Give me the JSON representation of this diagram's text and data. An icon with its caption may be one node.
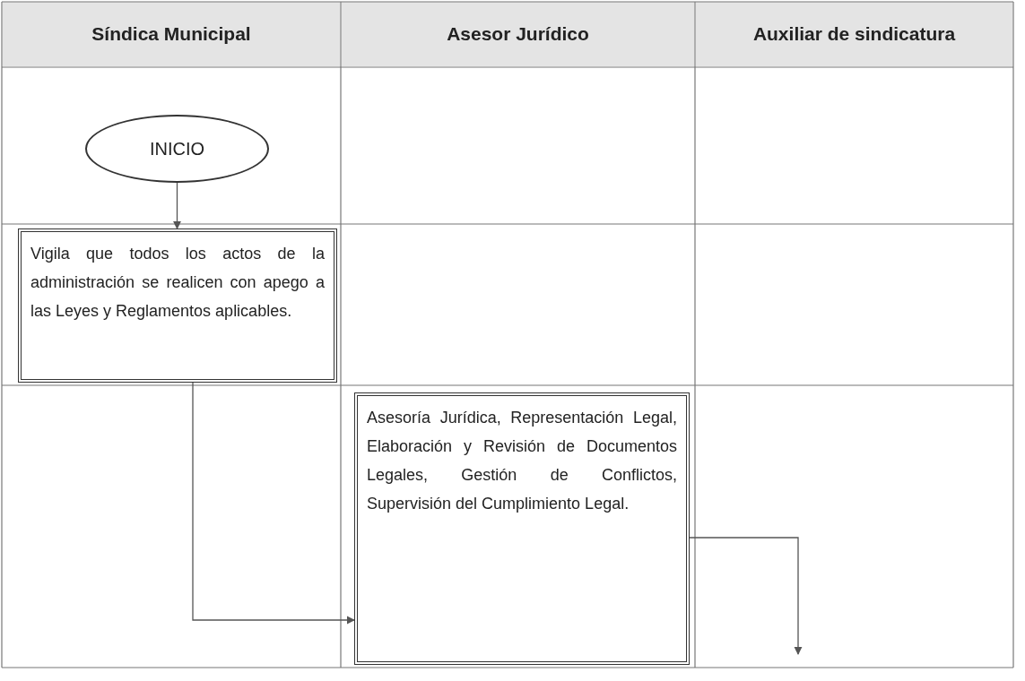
{
  "diagram": {
    "nodes": [
      {
        "text": [
          "INICIO"
        ]
      },
      {
        "text": [
          "Vigila que todos los actos de la administración se realicen con apego a las Leyes y Reglamentos aplicables."
        ]
      },
      {
        "text": [
          "Asesoría Jurídica, Representación Legal, Elaboración y Revisión de Documentos Legales, Gestión de Conflictos, Supervisión del Cumplimiento Legal."
        ]
      }
    ],
    "edges": [
      {
        "from": 0,
        "to": 1,
        "arrow": "to"
      },
      {
        "from": 1,
        "to": 2,
        "arrow": "to"
      },
      {
        "from": 2,
        "to": null,
        "arrow": "to"
      }
    ],
    "labels": [
      "Síndica Municipal",
      "Asesor Jurídico",
      "Auxiliar de sindicatura"
    ]
  }
}
